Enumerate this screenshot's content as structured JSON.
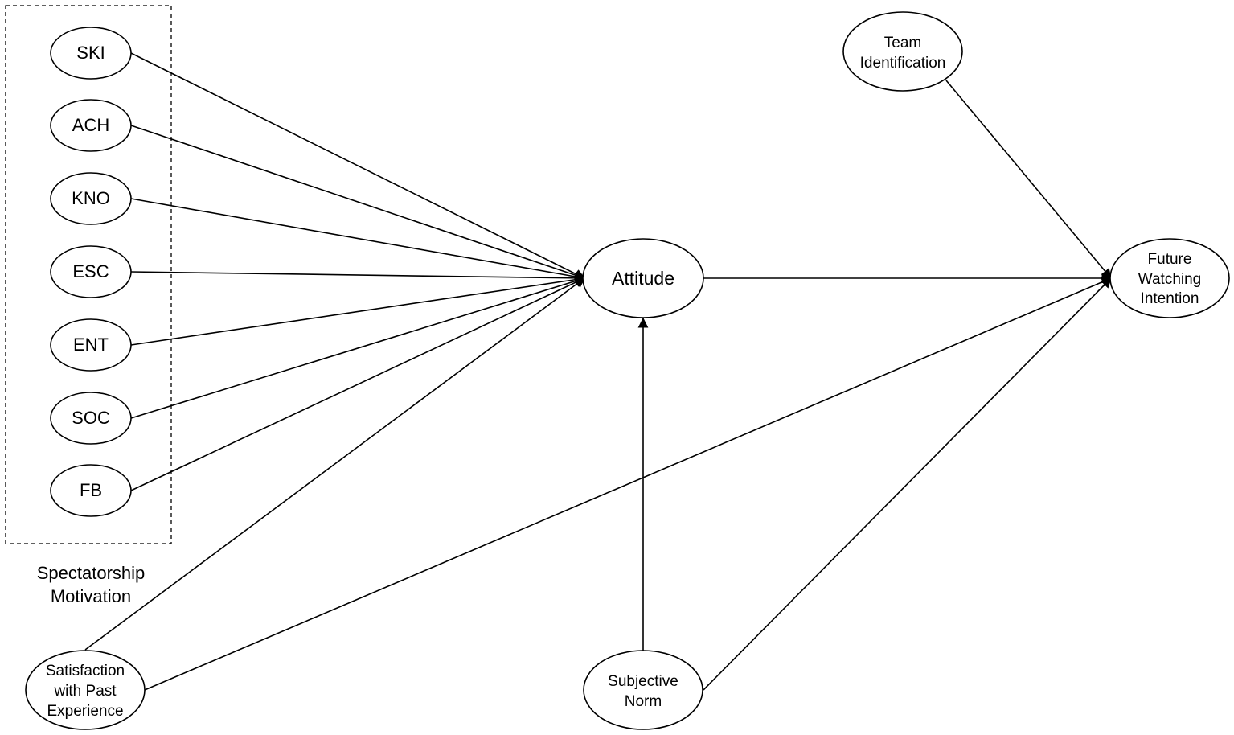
{
  "group": {
    "label_line1": "Spectatorship",
    "label_line2": "Motivation"
  },
  "nodes": {
    "ski": "SKI",
    "ach": "ACH",
    "kno": "KNO",
    "esc": "ESC",
    "ent": "ENT",
    "soc": "SOC",
    "fb": "FB",
    "attitude": "Attitude",
    "team_identification": [
      "Team",
      "Identification"
    ],
    "future_watching_intention": [
      "Future",
      "Watching",
      "Intention"
    ],
    "satisfaction": [
      "Satisfaction",
      "with Past",
      "Experience"
    ],
    "subjective_norm": [
      "Subjective",
      "Norm"
    ]
  }
}
